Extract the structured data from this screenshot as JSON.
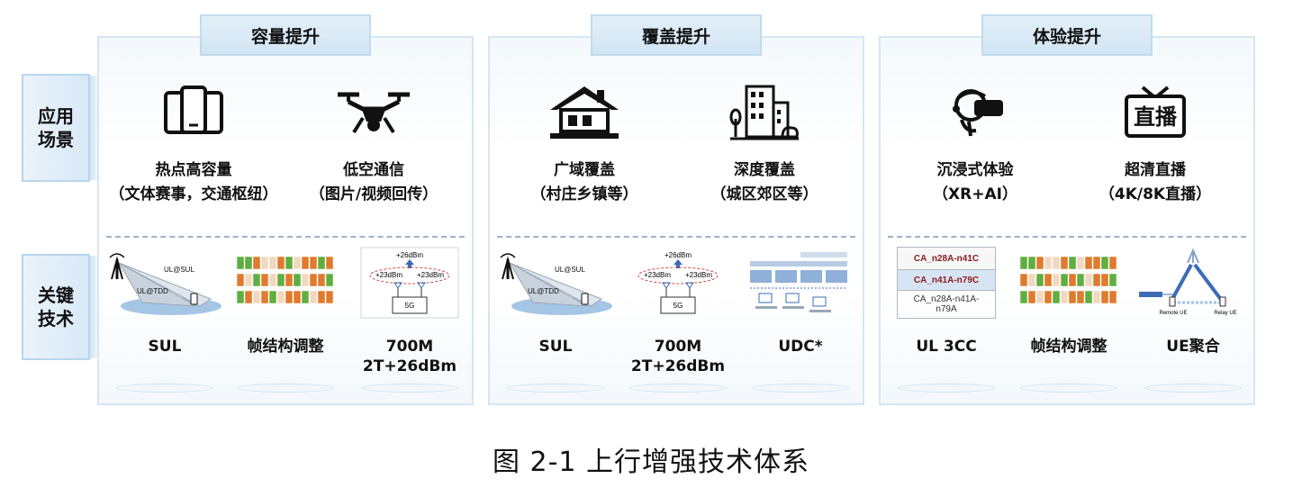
{
  "rows": {
    "scenes_label": "应用\n场景",
    "tech_label": "关键\n技术"
  },
  "panels": [
    {
      "title": "容量提升",
      "scenes": [
        {
          "icon": "smartphone-icon",
          "name": "热点高容量",
          "sub": "（文体赛事，交通枢纽）"
        },
        {
          "icon": "drone-icon",
          "name": "低空通信",
          "sub": "（图片/视频回传）"
        }
      ],
      "tech": [
        {
          "label": "SUL",
          "pic": "sul-diagram"
        },
        {
          "label": "帧结构调整",
          "pic": "frame-structure-diagram"
        },
        {
          "label": "700M\n2T+26dBm",
          "pic": "power-diagram"
        }
      ]
    },
    {
      "title": "覆盖提升",
      "scenes": [
        {
          "icon": "house-icon",
          "name": "广域覆盖",
          "sub": "（村庄乡镇等）"
        },
        {
          "icon": "buildings-icon",
          "name": "深度覆盖",
          "sub": "（城区郊区等）"
        }
      ],
      "tech": [
        {
          "label": "SUL",
          "pic": "sul-diagram"
        },
        {
          "label": "700M\n2T+26dBm",
          "pic": "power-diagram"
        },
        {
          "label": "UDC*",
          "pic": "udc-diagram"
        }
      ]
    },
    {
      "title": "体验提升",
      "scenes": [
        {
          "icon": "vr-headset-icon",
          "name": "沉浸式体验",
          "sub": "（XR+AI）"
        },
        {
          "icon": "live-broadcast-icon",
          "name": "超清直播",
          "sub": "（4K/8K直播）"
        }
      ],
      "tech": [
        {
          "label": "UL 3CC",
          "pic": "ca-diagram"
        },
        {
          "label": "帧结构调整",
          "pic": "frame-structure-diagram"
        },
        {
          "label": "UE聚合",
          "pic": "ue-aggregation-diagram"
        }
      ]
    }
  ],
  "diagram_text": {
    "sul_top": "UL@SUL",
    "sul_bottom": "UL@TDD",
    "power_top": "+26dBm",
    "power_left": "+23dBm",
    "power_right": "+23dBm",
    "power_box": "5G",
    "ca_rows": [
      "CA_n28A-n41C",
      "CA_n41A-n79C",
      "CA_n28A-n41A-n79A"
    ],
    "ue_left": "Remote UE",
    "ue_right": "Relay UE",
    "live_icon_text": "直播"
  },
  "colors": {
    "panel_border": "#d5e6f3",
    "header_bg": "#d2e5f3",
    "frame_green": "#5fae3f",
    "frame_orange": "#e07a2c",
    "frame_light": "#f3d8c0",
    "ca_red": "#8b1c1c"
  },
  "caption": "图 2-1 上行增强技术体系"
}
